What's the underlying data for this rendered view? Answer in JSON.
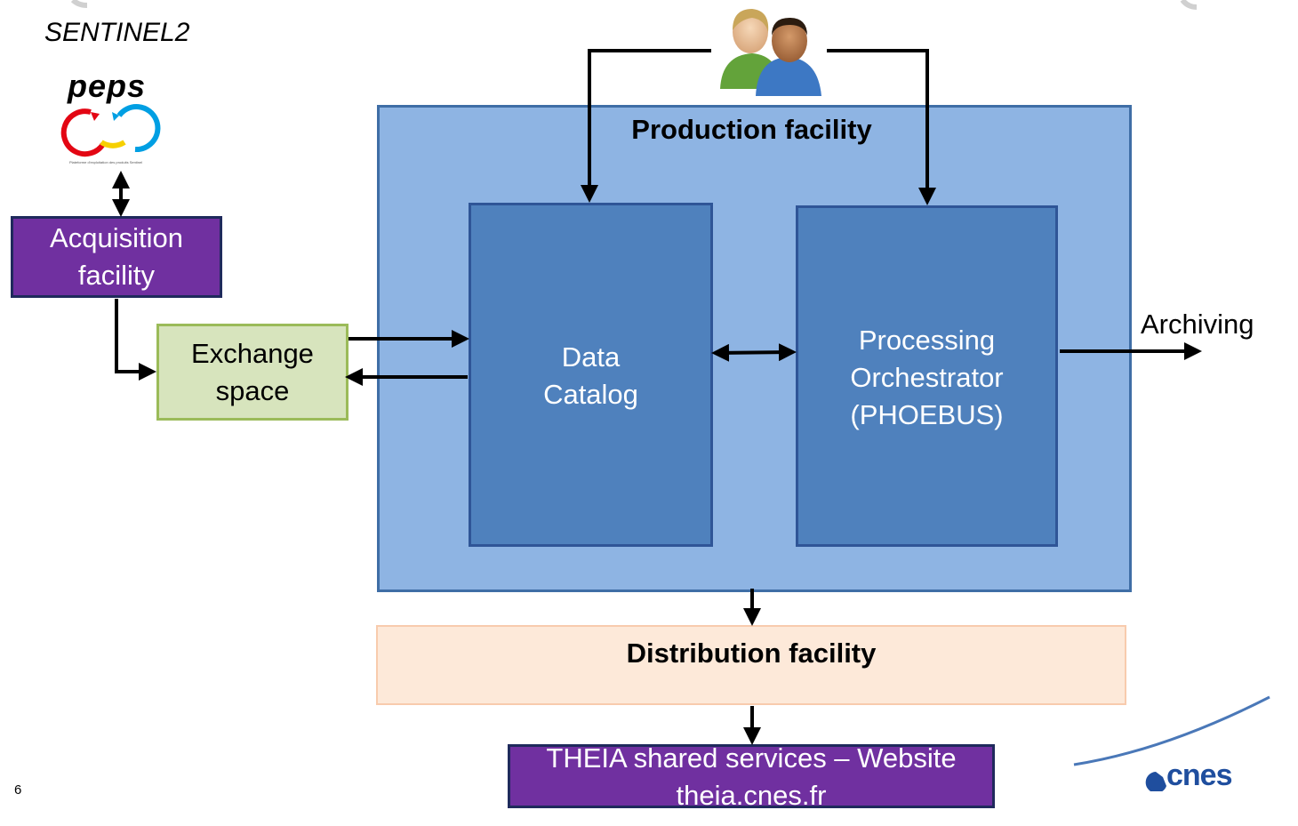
{
  "satellite_label": "SENTINEL2",
  "peps_logo": {
    "word": "peps",
    "caption": "Plateforme d'exploitation des produits Sentinel"
  },
  "acquisition": {
    "label": "Acquisition\nfacility"
  },
  "exchange": {
    "label": "Exchange\nspace"
  },
  "production": {
    "title": "Production facility"
  },
  "catalog": {
    "label": "Data\nCatalog"
  },
  "orchestrator": {
    "label": "Processing\nOrchestrator\n(PHOEBUS)"
  },
  "archiving": {
    "label": "Archiving"
  },
  "distribution": {
    "label": "Distribution facility"
  },
  "theia": {
    "label": "THEIA shared services – Website\ntheia.cnes.fr"
  },
  "page_number": "6",
  "cnes_logo": {
    "text": "cnes"
  },
  "users_icon": "users-icon",
  "colors": {
    "purple": "#7030a0",
    "green_fill": "#d7e4bd",
    "production_fill": "#8eb4e3",
    "module_fill": "#4f81bd",
    "distribution_fill": "#fde9d9",
    "cnes_blue": "#1f4e9e"
  }
}
